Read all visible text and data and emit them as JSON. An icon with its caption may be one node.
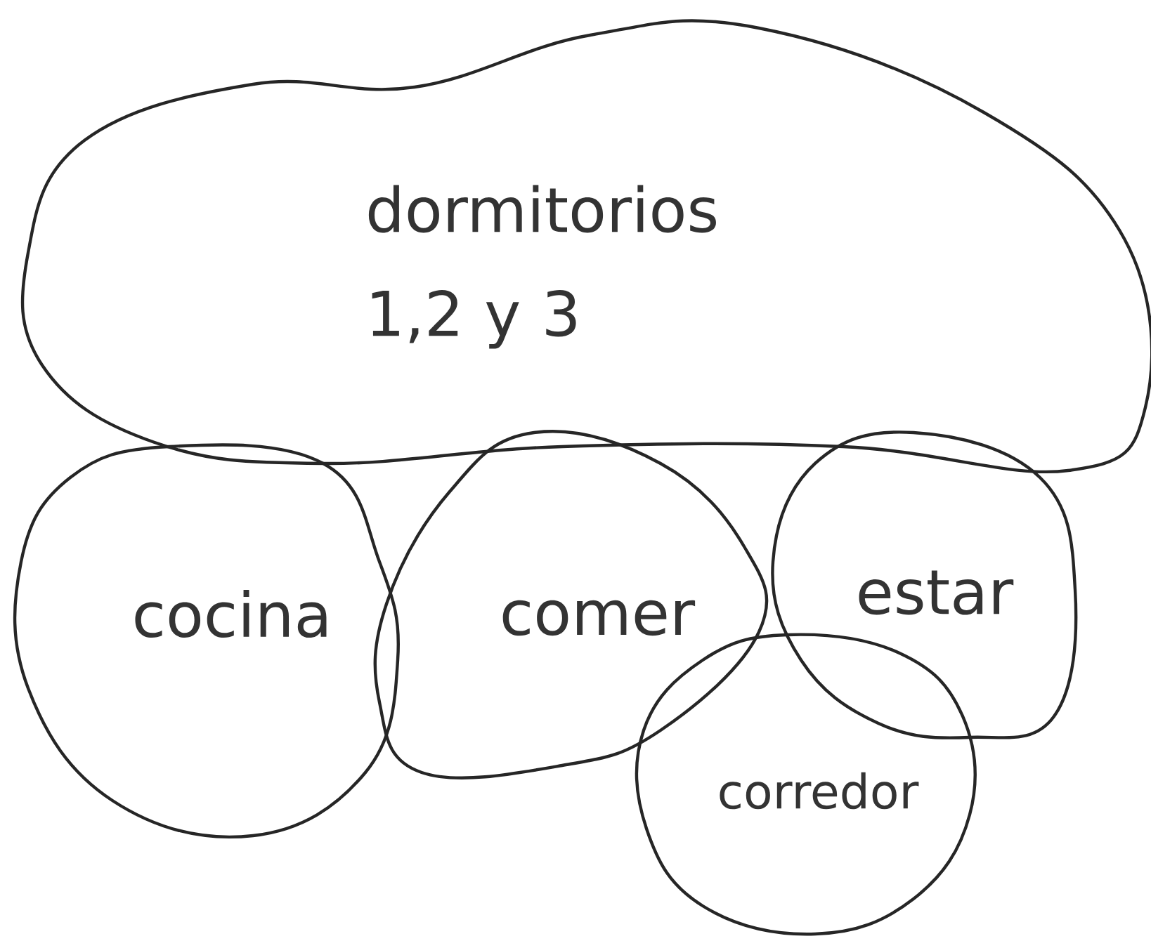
{
  "diagram": {
    "nodes": [
      {
        "text": [
          "dormitorios 1,2 y 3"
        ]
      },
      {
        "text": [
          "cocina"
        ]
      },
      {
        "text": [
          "comer"
        ]
      },
      {
        "text": [
          "estar"
        ]
      },
      {
        "text": [
          "corredor"
        ]
      }
    ]
  }
}
